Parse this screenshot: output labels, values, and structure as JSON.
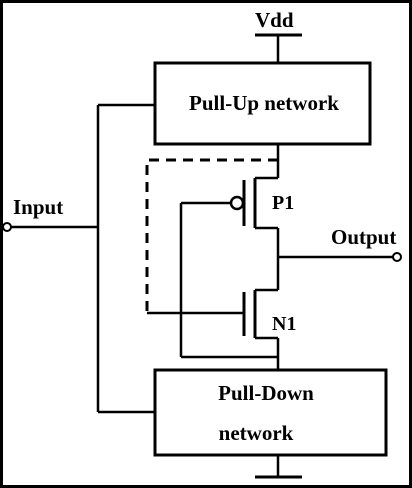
{
  "diagram": {
    "supply": {
      "label": "Vdd"
    },
    "pull_up": {
      "label": "Pull-Up network"
    },
    "pull_down": {
      "line1": "Pull-Down",
      "line2": "network"
    },
    "input": {
      "label": "Input"
    },
    "output": {
      "label": "Output"
    },
    "pmos": {
      "label": "P1"
    },
    "nmos": {
      "label": "N1"
    },
    "colors": {
      "stroke": "#000000",
      "background": "#ffffff"
    }
  }
}
